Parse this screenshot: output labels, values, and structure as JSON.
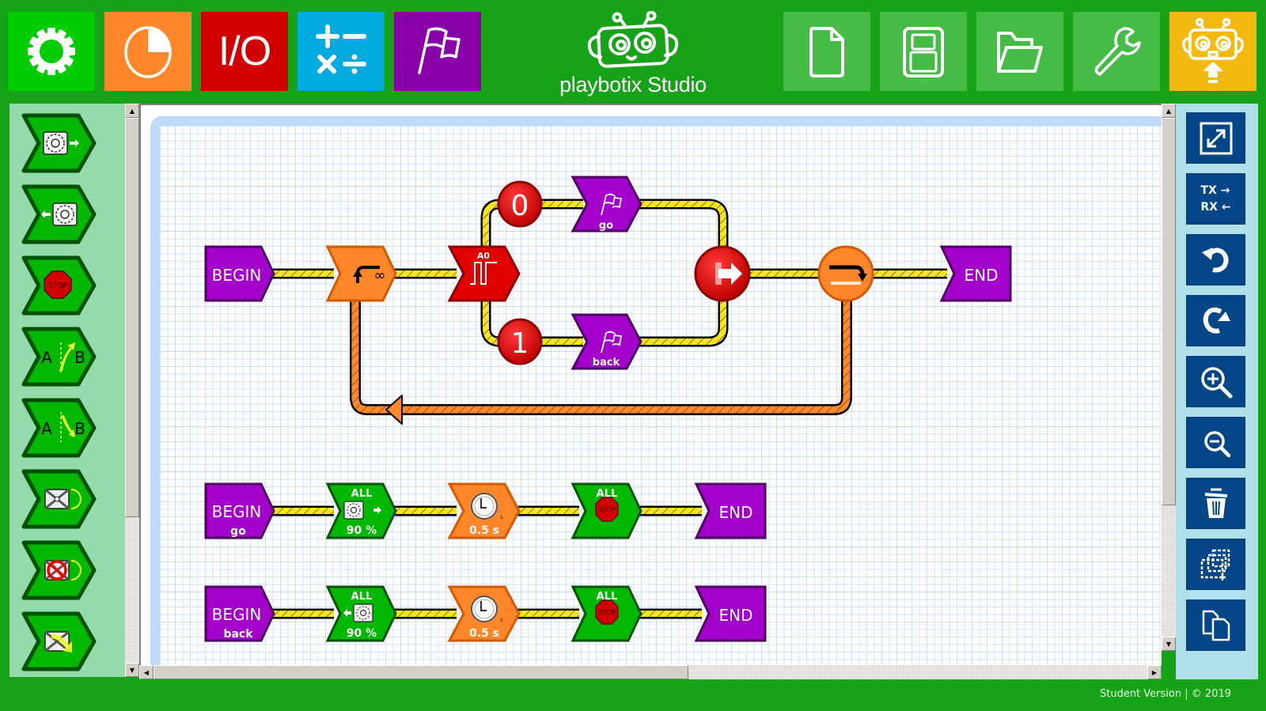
{
  "app": {
    "title": "playbotix Studio",
    "footer": {
      "edition": "Student Version",
      "separator": "|",
      "copyright": "© 2019"
    }
  },
  "toolbar": {
    "left": [
      {
        "name": "settings",
        "icon": "gear-icon",
        "color": "#00cc00"
      },
      {
        "name": "timer",
        "icon": "pie-timer-icon",
        "color": "#ff8729"
      },
      {
        "name": "io",
        "label": "I/O",
        "color": "#d00000"
      },
      {
        "name": "math",
        "icon": "arithmetic-icon",
        "color": "#00aade"
      },
      {
        "name": "flags",
        "icon": "flag-icon",
        "color": "#8a00a8"
      }
    ],
    "right": [
      {
        "name": "new-file",
        "icon": "new-document-icon",
        "color": "#44bc46"
      },
      {
        "name": "save",
        "icon": "save-icon",
        "color": "#44bc46"
      },
      {
        "name": "open",
        "icon": "folder-open-icon",
        "color": "#44bc46"
      },
      {
        "name": "tools",
        "icon": "wrench-icon",
        "color": "#44bc46"
      },
      {
        "name": "upload",
        "icon": "robot-upload-icon",
        "color": "#f2b90f"
      }
    ]
  },
  "palette": {
    "items": [
      {
        "name": "motor-forward",
        "icon": "motor-forward-icon"
      },
      {
        "name": "motor-backward",
        "icon": "motor-backward-icon"
      },
      {
        "name": "motor-stop",
        "icon": "stop-sign-icon",
        "label": "STOP"
      },
      {
        "name": "turn-a-to-b-up",
        "icon": "curve-up-arrow-icon",
        "label_a": "A",
        "label_b": "B"
      },
      {
        "name": "turn-a-to-b-down",
        "icon": "curve-down-arrow-icon",
        "label_a": "A",
        "label_b": "B"
      },
      {
        "name": "servo",
        "icon": "servo-icon"
      },
      {
        "name": "servo-off",
        "icon": "servo-disabled-icon"
      },
      {
        "name": "servo-move",
        "icon": "servo-move-icon"
      }
    ]
  },
  "tools": [
    {
      "name": "fit-to-screen",
      "icon": "expand-icon"
    },
    {
      "name": "serial-tx-rx",
      "label_tx": "TX",
      "label_rx": "RX",
      "icon": "tx-rx-arrows-icon"
    },
    {
      "name": "undo",
      "icon": "undo-icon"
    },
    {
      "name": "redo",
      "icon": "redo-icon"
    },
    {
      "name": "zoom-in",
      "icon": "zoom-in-icon"
    },
    {
      "name": "zoom-out",
      "icon": "zoom-out-icon"
    },
    {
      "name": "delete",
      "icon": "trash-icon"
    },
    {
      "name": "multi-select",
      "icon": "multi-select-icon"
    },
    {
      "name": "copy",
      "icon": "copy-icon"
    }
  ],
  "diagram": {
    "main": {
      "begin": "BEGIN",
      "loop": {
        "symbol": "∞"
      },
      "input": {
        "pin": "A0"
      },
      "branch_0": {
        "value": "0",
        "flag": "go"
      },
      "branch_1": {
        "value": "1",
        "flag": "back"
      },
      "end": "END"
    },
    "routines": [
      {
        "begin": "BEGIN",
        "name": "go",
        "motor": {
          "target": "ALL",
          "speed": "90 %",
          "direction": "forward"
        },
        "wait": {
          "time": "0.5 s",
          "unit": "s"
        },
        "stop": {
          "target": "ALL",
          "label": "STOP"
        },
        "end": "END"
      },
      {
        "begin": "BEGIN",
        "name": "back",
        "motor": {
          "target": "ALL",
          "speed": "90 %",
          "direction": "backward"
        },
        "wait": {
          "time": "0.5 s",
          "unit": "s"
        },
        "stop": {
          "target": "ALL",
          "label": "STOP"
        },
        "end": "END"
      }
    ]
  }
}
